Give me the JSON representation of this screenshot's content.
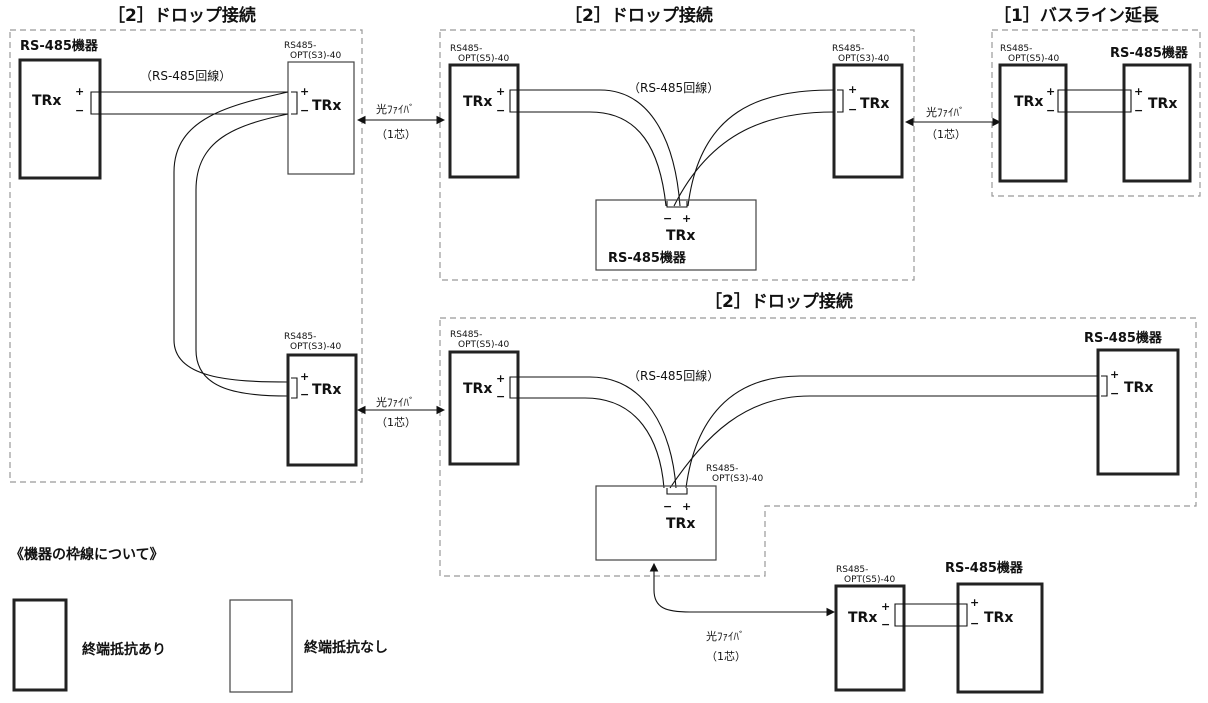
{
  "titles": {
    "drop1": "［2］ドロップ接続",
    "drop2": "［2］ドロップ接続",
    "bus": "［1］バスライン延長",
    "drop3": "［2］ドロップ接続"
  },
  "labels": {
    "device": "RS-485機器",
    "trx": "TRx",
    "plus": "+",
    "minus": "−",
    "line": "（RS-485回線）",
    "model_s3_1": "RS485-",
    "model_s3_2": "OPT(S3)-40",
    "model_s5_1": "RS485-",
    "model_s5_2": "OPT(S5)-40",
    "fiber_1": "光ﾌｧｲﾊﾞ",
    "fiber_2": "（1芯）"
  },
  "legend": {
    "heading": "《機器の枠線について》",
    "with_term": "終端抵抗あり",
    "without_term": "終端抵抗なし"
  }
}
